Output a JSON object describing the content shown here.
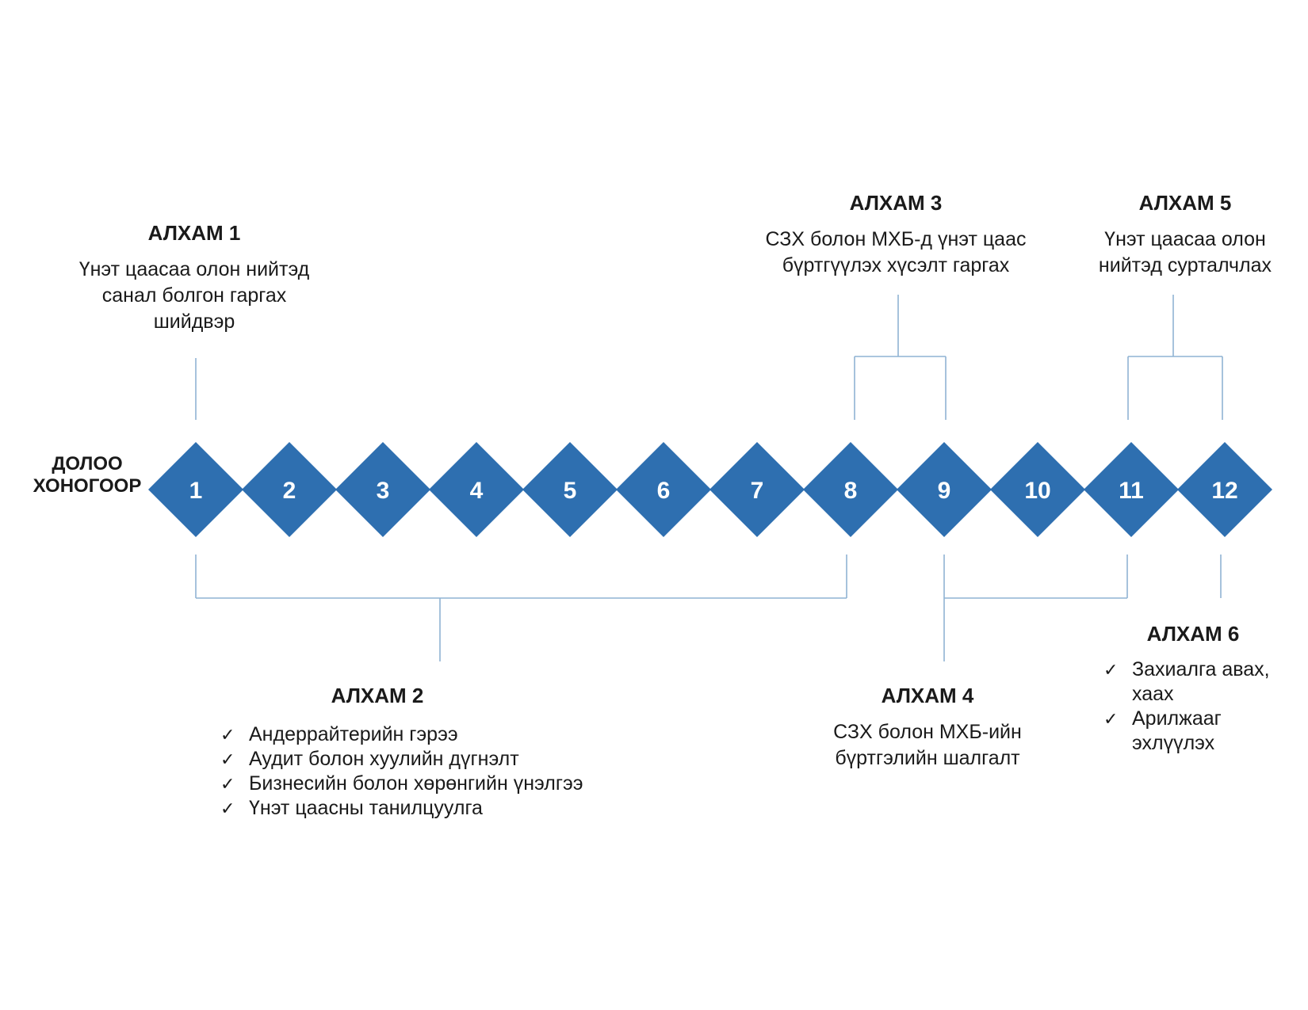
{
  "weeks_label": "ДОЛОО\nХОНОГООР",
  "week_numbers": [
    "1",
    "2",
    "3",
    "4",
    "5",
    "6",
    "7",
    "8",
    "9",
    "10",
    "11",
    "12"
  ],
  "colors": {
    "diamond": "#2e6fb0",
    "line": "#8fb3d3",
    "diamond_text": "#ffffff"
  },
  "steps": {
    "step1": {
      "title": "АЛХАМ 1",
      "description": "Үнэт цаасаа олон нийтэд\nсанал болгон гаргах\nшийдвэр"
    },
    "step2": {
      "title": "АЛХАМ 2",
      "items": [
        "Андеррайтерийн гэрээ",
        "Аудит болон хуулийн дүгнэлт",
        "Бизнесийн болон хөрөнгийн үнэлгээ",
        "Үнэт цаасны танилцуулга"
      ]
    },
    "step3": {
      "title": "АЛХАМ 3",
      "description": "СЗХ болон МХБ-д үнэт цаас\nбүртгүүлэх хүсэлт гаргах"
    },
    "step4": {
      "title": "АЛХАМ 4",
      "description": "СЗХ болон МХБ-ийн\nбүртгэлийн шалгалт"
    },
    "step5": {
      "title": "АЛХАМ 5",
      "description": "Үнэт цаасаа олон\nнийтэд сурталчлах"
    },
    "step6": {
      "title": "АЛХАМ 6",
      "items": [
        "Захиалга авах,\nхаах",
        "Арилжааг\nэхлүүлэх"
      ]
    }
  }
}
